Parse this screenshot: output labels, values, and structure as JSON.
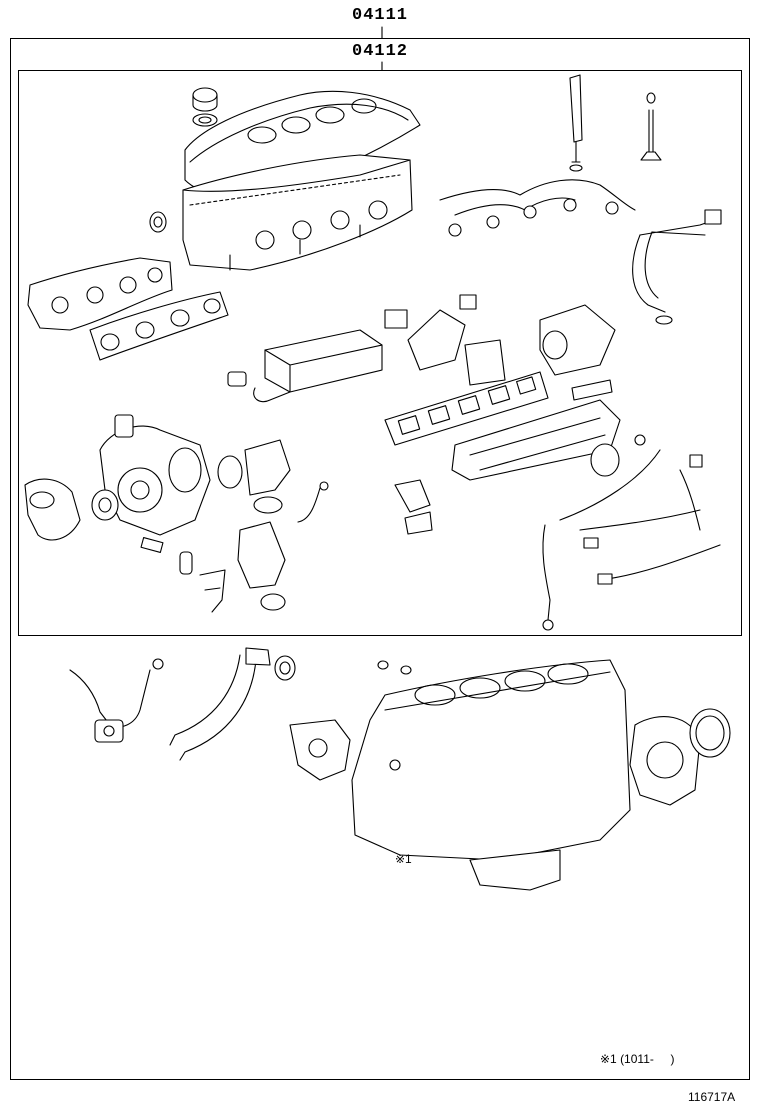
{
  "labels": {
    "outer_kit": "04111",
    "inner_kit": "04112",
    "note": "※1",
    "date_note": "※1 (1011-     )",
    "figure_code": "116717A"
  }
}
